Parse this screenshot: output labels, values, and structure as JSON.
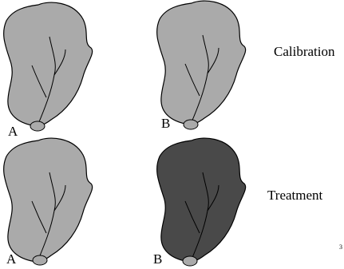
{
  "panels": [
    {
      "id": "top-left",
      "letter": "A",
      "fill": "#aaaaaa"
    },
    {
      "id": "top-right",
      "letter": "B",
      "fill": "#aaaaaa"
    },
    {
      "id": "bottom-left",
      "letter": "A",
      "fill": "#aaaaaa"
    },
    {
      "id": "bottom-right",
      "letter": "B",
      "fill": "#494949"
    }
  ],
  "row_labels": {
    "top": "Calibration",
    "bottom": "Treatment"
  },
  "page_number": "3",
  "colors": {
    "stroke": "#000000",
    "outlet_fill": "#aaaaaa",
    "background": "#ffffff"
  }
}
